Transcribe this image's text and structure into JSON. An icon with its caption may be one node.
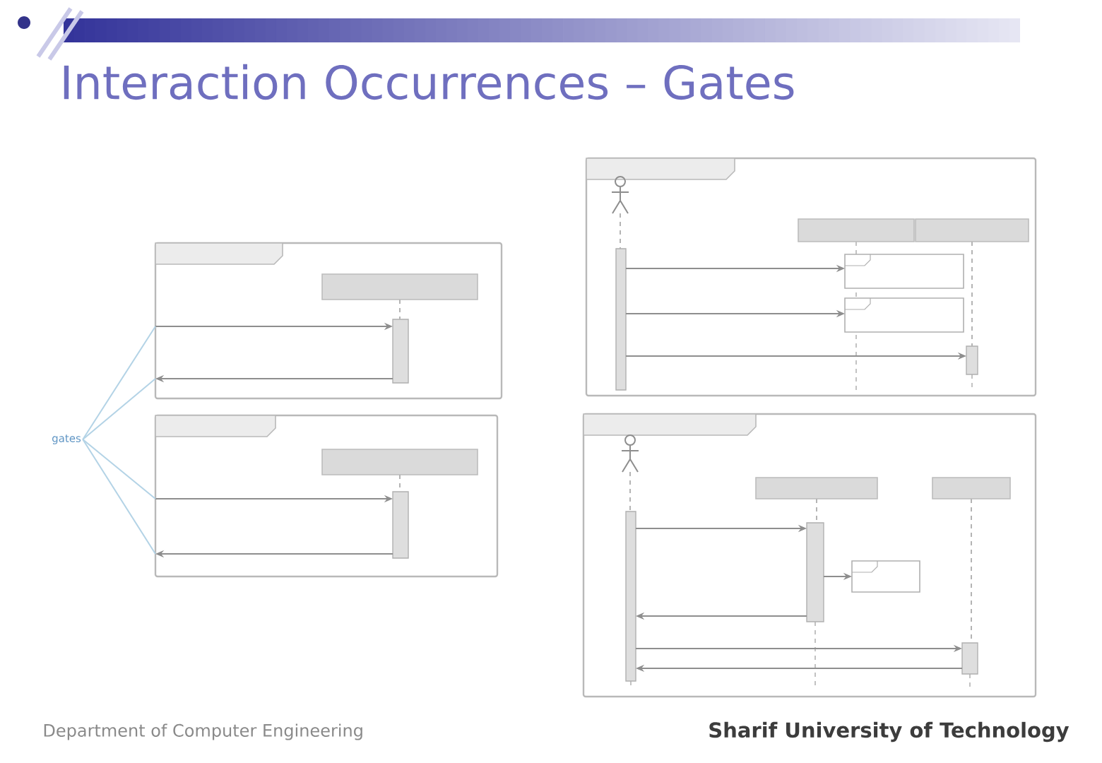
{
  "diagram": {
    "title": "Interaction Occurrences – Gates",
    "nodes": [
      {
        "text": [],
        "shape": "box"
      },
      {
        "text": [],
        "shape": "box",
        "in": 0
      },
      {
        "text": [],
        "shape": "bar",
        "in": 0
      },
      {
        "text": [],
        "shape": "box"
      },
      {
        "text": [],
        "shape": "box",
        "in": 3
      },
      {
        "text": [],
        "shape": "bar",
        "in": 3
      },
      {
        "text": [
          "gates"
        ]
      },
      {
        "text": [],
        "shape": "box"
      },
      {
        "text": [],
        "shape": "person",
        "in": 7
      },
      {
        "text": [],
        "shape": "box",
        "in": 7
      },
      {
        "text": [],
        "shape": "box",
        "in": 7
      },
      {
        "text": [],
        "shape": "bar",
        "in": 7
      },
      {
        "text": [],
        "shape": "box",
        "in": 7
      },
      {
        "text": [],
        "shape": "box",
        "in": 7
      },
      {
        "text": [],
        "shape": "bar",
        "in": 7
      },
      {
        "text": [],
        "shape": "box"
      },
      {
        "text": [],
        "shape": "person",
        "in": 15
      },
      {
        "text": [],
        "shape": "box",
        "in": 15
      },
      {
        "text": [],
        "shape": "box",
        "in": 15
      },
      {
        "text": [],
        "shape": "bar",
        "in": 15
      },
      {
        "text": [],
        "shape": "bar",
        "in": 15
      },
      {
        "text": [],
        "shape": "box",
        "in": 15
      },
      {
        "text": [],
        "shape": "bar",
        "in": 15
      }
    ],
    "edges": [
      {
        "from": 0,
        "to": 2,
        "arrow": "to"
      },
      {
        "from": 2,
        "to": 0,
        "arrow": "to"
      },
      {
        "from": 3,
        "to": 5,
        "arrow": "to"
      },
      {
        "from": 5,
        "to": 3,
        "arrow": "to"
      },
      {
        "from": 6,
        "to": 0,
        "arrow": "none",
        "color": "#b3d3e6"
      },
      {
        "from": 6,
        "to": 0,
        "arrow": "none",
        "color": "#b3d3e6"
      },
      {
        "from": 6,
        "to": 3,
        "arrow": "none",
        "color": "#b3d3e6"
      },
      {
        "from": 6,
        "to": 3,
        "arrow": "none",
        "color": "#b3d3e6"
      },
      {
        "from": 11,
        "to": 12,
        "arrow": "to"
      },
      {
        "from": 11,
        "to": 13,
        "arrow": "to"
      },
      {
        "from": 11,
        "to": 14,
        "arrow": "to"
      },
      {
        "from": 19,
        "to": 20,
        "arrow": "to"
      },
      {
        "from": 20,
        "to": 21,
        "arrow": "to"
      },
      {
        "from": 20,
        "to": 19,
        "arrow": "to"
      },
      {
        "from": 19,
        "to": 22,
        "arrow": "to"
      },
      {
        "from": 22,
        "to": 19,
        "arrow": "to"
      },
      {
        "from": 1,
        "to": 2,
        "arrow": "none",
        "style": "dashed",
        "color": "#b4b4b4"
      },
      {
        "from": 4,
        "to": 5,
        "arrow": "none",
        "style": "dashed",
        "color": "#b4b4b4"
      },
      {
        "from": 8,
        "to": 11,
        "arrow": "none",
        "style": "dashed",
        "color": "#b4b4b4"
      },
      {
        "from": 10,
        "to": 14,
        "arrow": "none",
        "style": "dashed",
        "color": "#b4b4b4"
      },
      {
        "from": 16,
        "to": 19,
        "arrow": "none",
        "style": "dashed",
        "color": "#b4b4b4"
      },
      {
        "from": 17,
        "to": 20,
        "arrow": "none",
        "style": "dashed",
        "color": "#b4b4b4"
      },
      {
        "from": 18,
        "to": 22,
        "arrow": "none",
        "style": "dashed",
        "color": "#b4b4b4"
      }
    ],
    "labels": [
      "Department of Computer Engineering",
      "Sharif University of Technology"
    ]
  }
}
